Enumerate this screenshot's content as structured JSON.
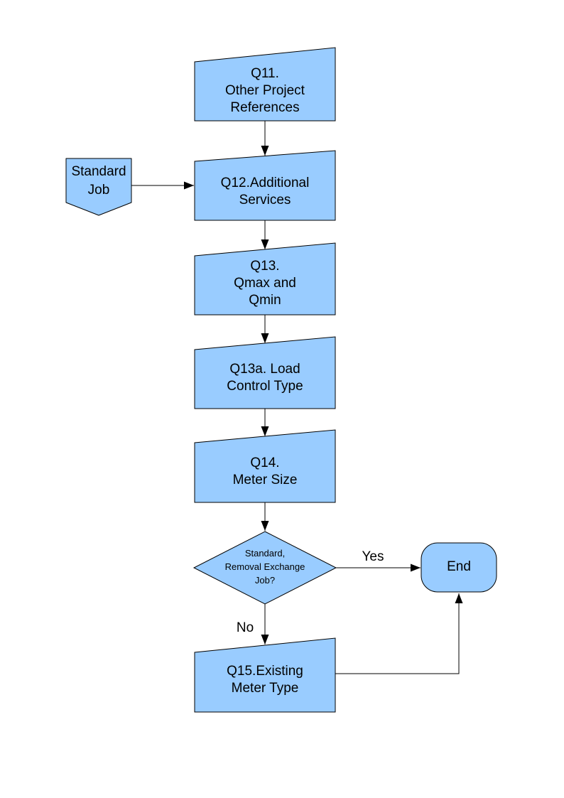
{
  "flowchart": {
    "colors": {
      "node_fill": "#99CCFF",
      "node_border": "#000000",
      "connector": "#000000",
      "text": "#000000",
      "page_background": "#FFFFFF"
    },
    "nodes": {
      "q11": {
        "label": "Q11.\nOther Project\nReferences",
        "shape": "manual-input"
      },
      "standard_job": {
        "label": "Standard\nJob",
        "shape": "off-page-connector"
      },
      "q12": {
        "label": "Q12.Additional\nServices",
        "shape": "manual-input"
      },
      "q13": {
        "label": "Q13.\nQmax and\nQmin",
        "shape": "manual-input"
      },
      "q13a": {
        "label": "Q13a. Load\nControl Type",
        "shape": "manual-input"
      },
      "q14": {
        "label": "Q14.\nMeter Size",
        "shape": "manual-input"
      },
      "decision": {
        "label": "Standard,\nRemoval Exchange\nJob?",
        "shape": "decision-diamond"
      },
      "end": {
        "label": "End",
        "shape": "terminator"
      },
      "q15": {
        "label": "Q15.Existing\nMeter Type",
        "shape": "manual-input"
      }
    },
    "edge_labels": {
      "yes": "Yes",
      "no": "No"
    }
  }
}
